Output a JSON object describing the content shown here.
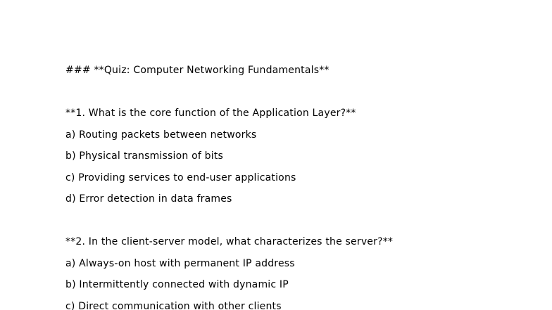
{
  "page": {
    "background": "#ffffff",
    "text_color": "#000000"
  },
  "document": {
    "heading_line": "### **Quiz: Computer Networking Fundamentals**",
    "questions": [
      {
        "question_line": "**1. What is the core function of the Application Layer?**",
        "options": [
          "a) Routing packets between networks",
          "b) Physical transmission of bits",
          "c) Providing services to end-user applications",
          "d) Error detection in data frames"
        ]
      },
      {
        "question_line": "**2. In the client-server model, what characterizes the server?**",
        "options": [
          "a) Always-on host with permanent IP address",
          "b) Intermittently connected with dynamic IP",
          "c) Direct communication with other clients"
        ]
      }
    ]
  }
}
